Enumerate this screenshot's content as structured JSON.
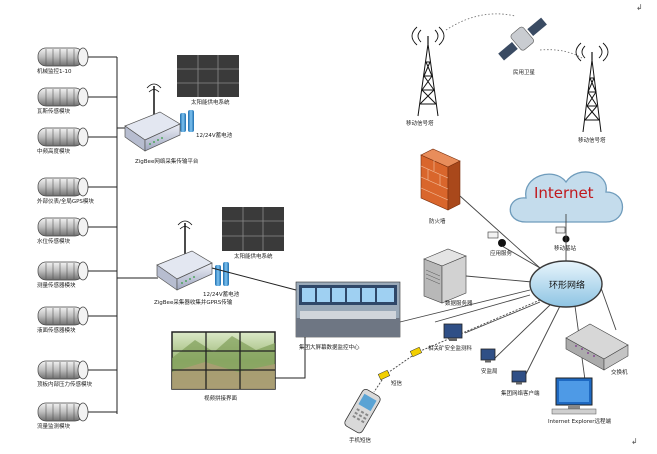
{
  "sensors": [
    {
      "label": "机械监控1-10"
    },
    {
      "label": "瓦斯传感模块"
    },
    {
      "label": "中频高度模块"
    },
    {
      "label": "外部仪表/全局GPS模块"
    },
    {
      "label": "水位传感模块"
    },
    {
      "label": "测量传感器模块"
    },
    {
      "label": "液面传感器模块"
    },
    {
      "label": "顶板内部压力传感模块"
    },
    {
      "label": "流量监测模块"
    }
  ],
  "solar_top": "太阳能供电系统",
  "battery_top": "12/24V蓄电池",
  "gateway_top": "ZigBee网络采集传输平台",
  "solar_mid": "太阳能供电系统",
  "battery_mid": "12/24V蓄电池",
  "gateway_mid": "ZigBee采集器收集并GPRS传输",
  "tower_left": "移动信号塔",
  "satellite": "民用卫星",
  "tower_right": "移动信号塔",
  "internet": "Internet",
  "firewall": "防火墙",
  "router_a": "应用服务",
  "router_b": "移动基站",
  "server": "数据服务器",
  "ring": "环形网络",
  "switch": "交换机",
  "control_center": "集团大屏幕数据监控中心",
  "video_wall": "视频拼接界面",
  "pc1": "相关矿安全监测科",
  "pc2": "安监局",
  "pc3": "集团网络客户端",
  "pc4": "Internet Explorer远程端",
  "phone": "手机短信",
  "sms": "短信",
  "mark": "↲",
  "colors": {
    "ring": "#bfe0f3",
    "firewall": "#d9662c",
    "internet_text": "#c0191d",
    "cloud": "#c4dcec"
  }
}
